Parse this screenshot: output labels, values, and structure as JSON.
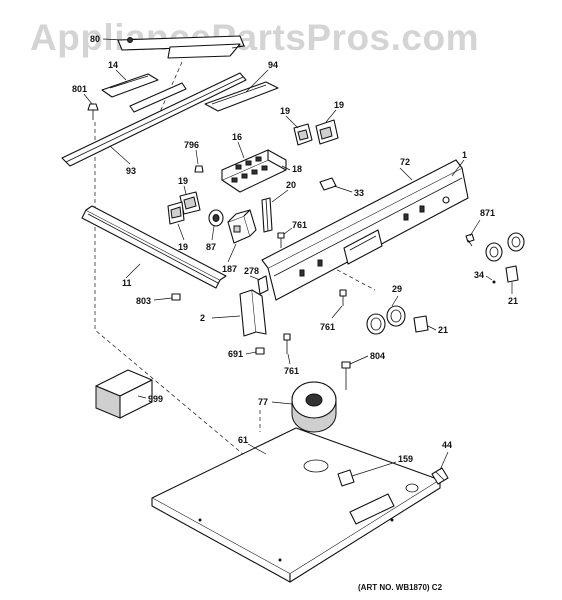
{
  "watermark": "AppliancePartsPros.com",
  "art_number": "(ART NO. WB1870) C2",
  "callouts": [
    "80",
    "14",
    "94",
    "801",
    "93",
    "796",
    "16",
    "19",
    "19",
    "18",
    "72",
    "1",
    "20",
    "33",
    "19",
    "19",
    "87",
    "187",
    "761",
    "871",
    "11",
    "278",
    "34",
    "21",
    "29",
    "803",
    "2",
    "761",
    "21",
    "691",
    "761",
    "804",
    "999",
    "77",
    "61",
    "159",
    "44"
  ]
}
